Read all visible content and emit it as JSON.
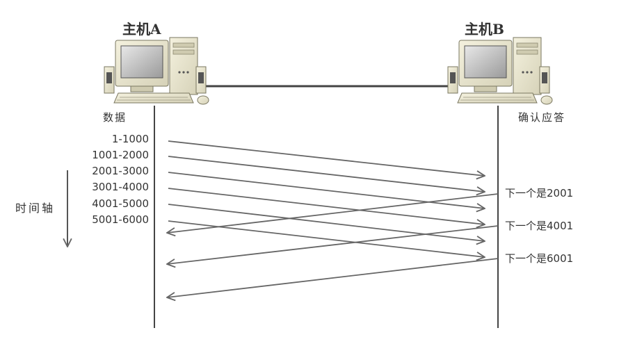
{
  "host_a": {
    "title": "主机A",
    "role_label": "数据"
  },
  "host_b": {
    "title": "主机B",
    "role_label": "确认应答"
  },
  "time_axis_label": "时间轴",
  "segments": [
    "1-1000",
    "1001-2000",
    "2001-3000",
    "3001-4000",
    "4001-5000",
    "5001-6000"
  ],
  "acks": [
    "下一个是2001",
    "下一个是4001",
    "下一个是6001"
  ],
  "colors": {
    "arrow": "#666666",
    "timeline": "#444444",
    "cable": "#444444"
  }
}
